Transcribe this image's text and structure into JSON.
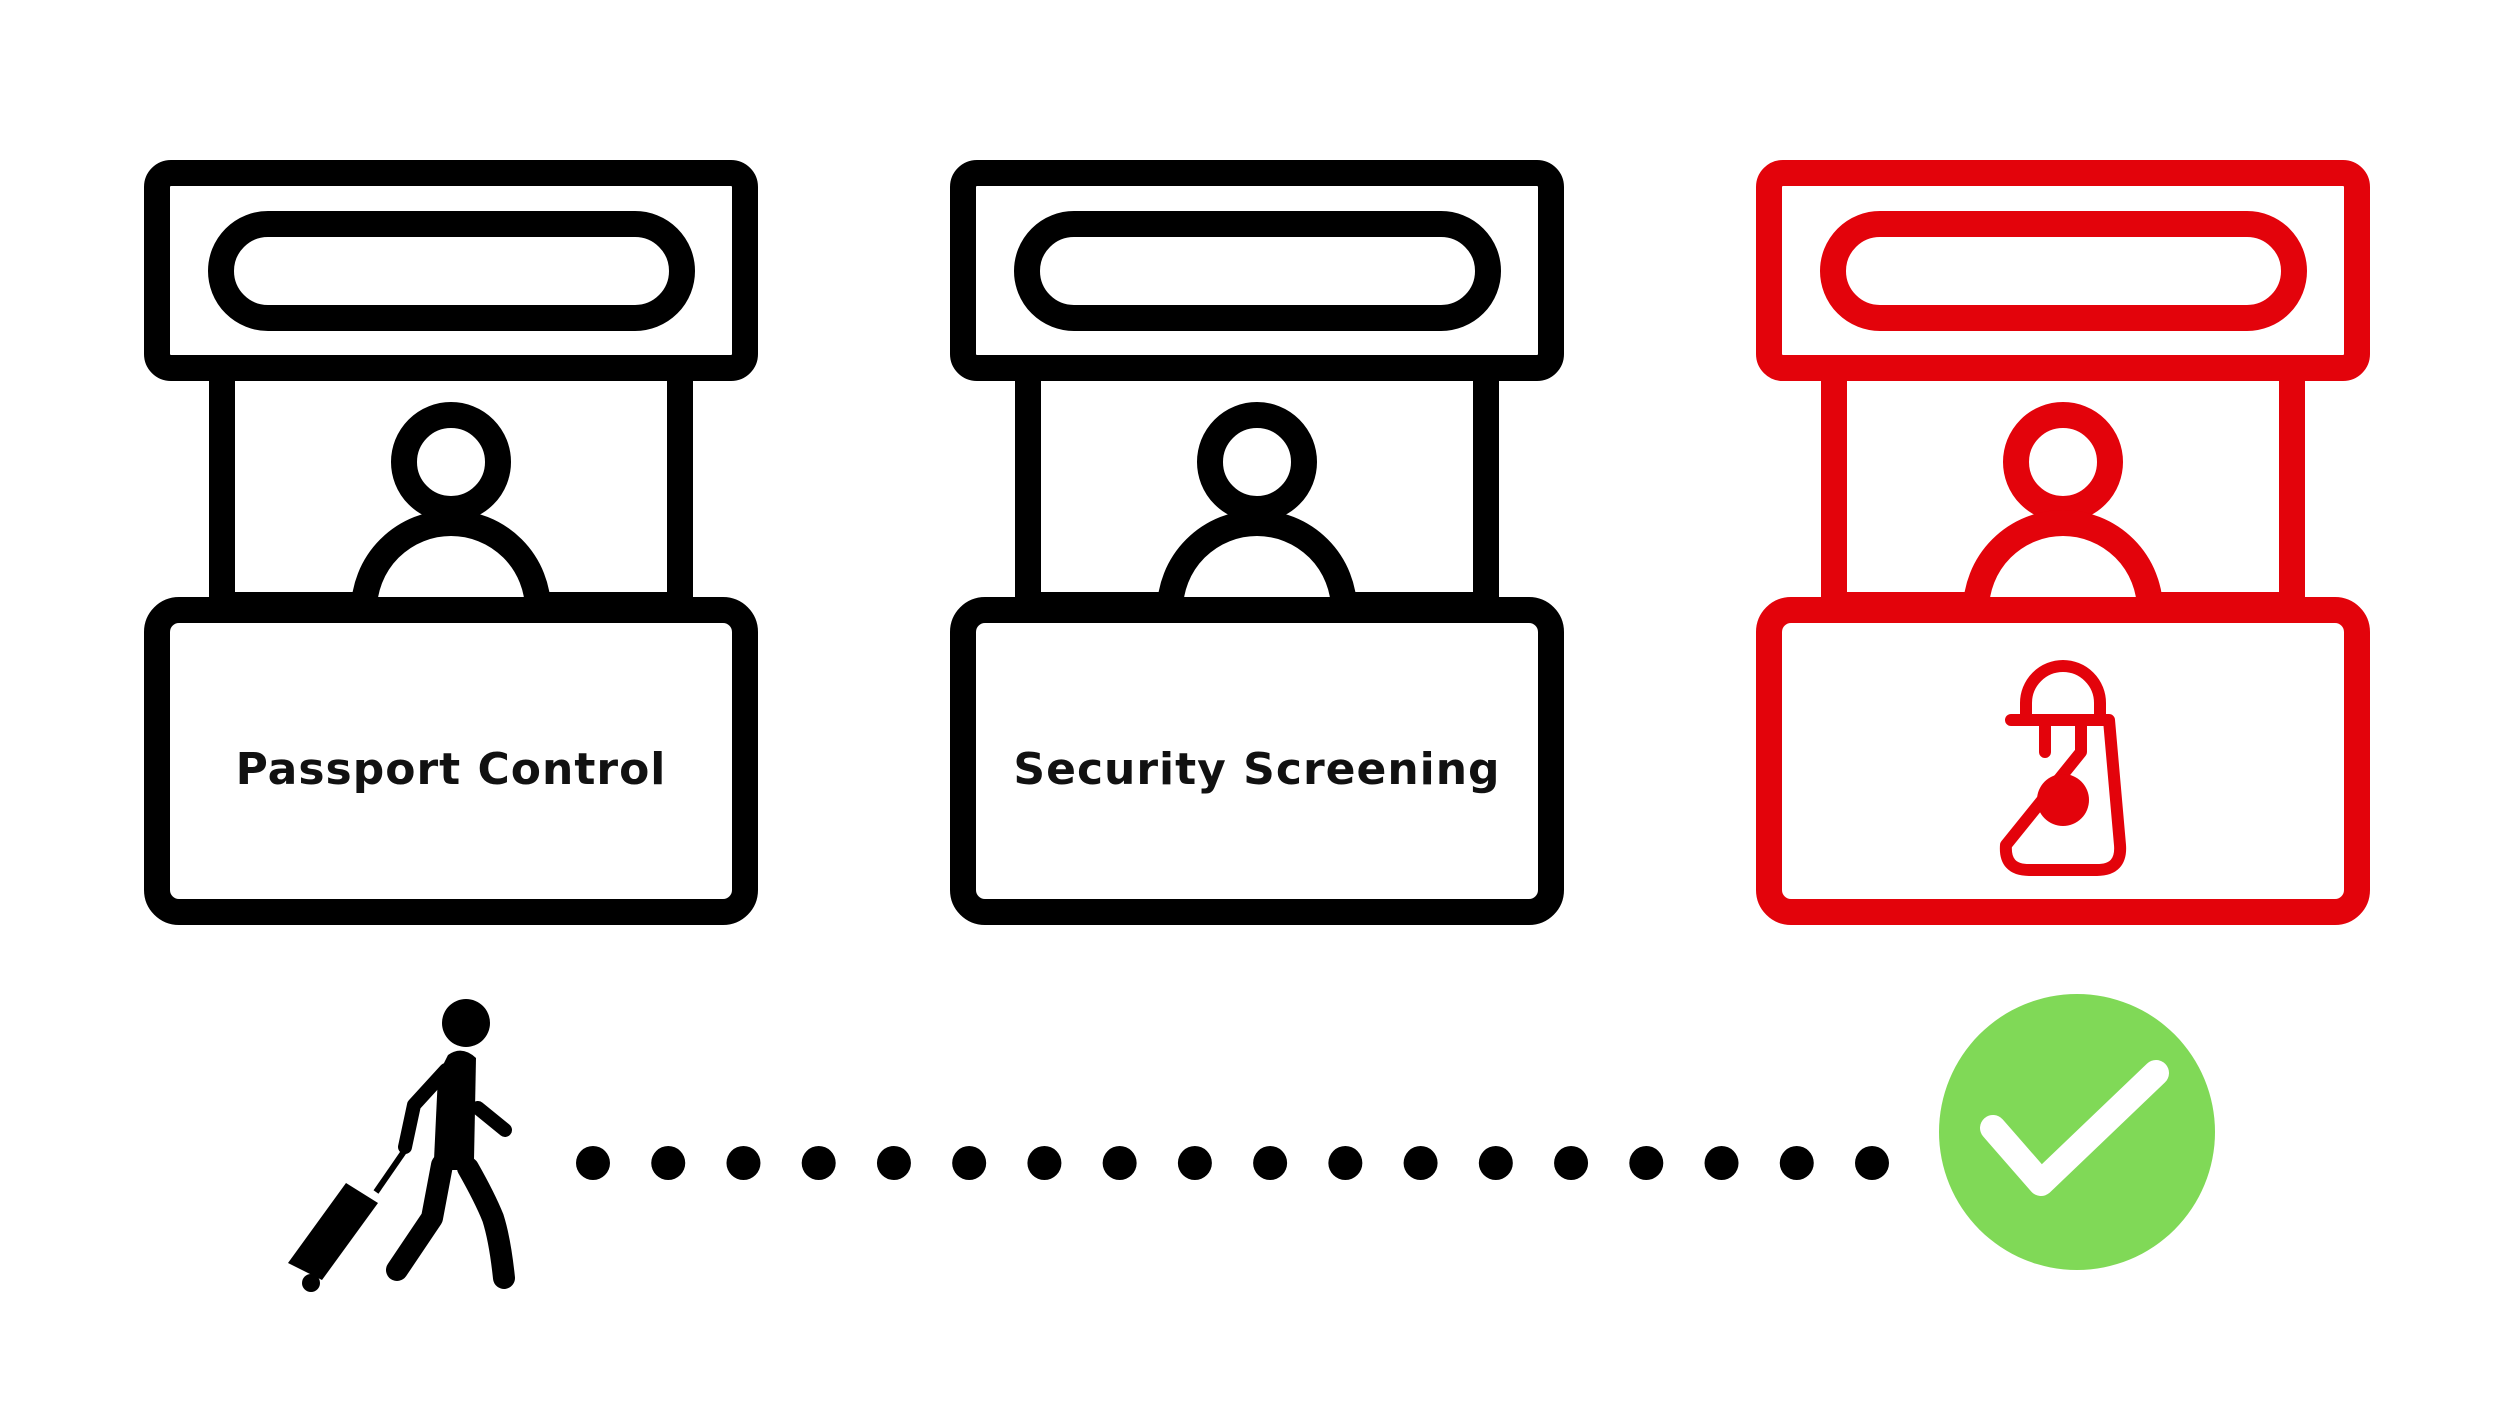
{
  "booths": [
    {
      "label": "Passport Control",
      "color": "#000000",
      "icon": ""
    },
    {
      "label": "Security Screening",
      "color": "#000000",
      "icon": ""
    },
    {
      "label": "",
      "color": "#e3030b",
      "icon": "shopping-bag-icon"
    }
  ],
  "path": {
    "traveller_icon": "traveller-with-suitcase-icon",
    "dot_count": 18,
    "end_icon": "checkmark-icon",
    "end_color": "#80d957",
    "check_color": "#ffffff"
  }
}
